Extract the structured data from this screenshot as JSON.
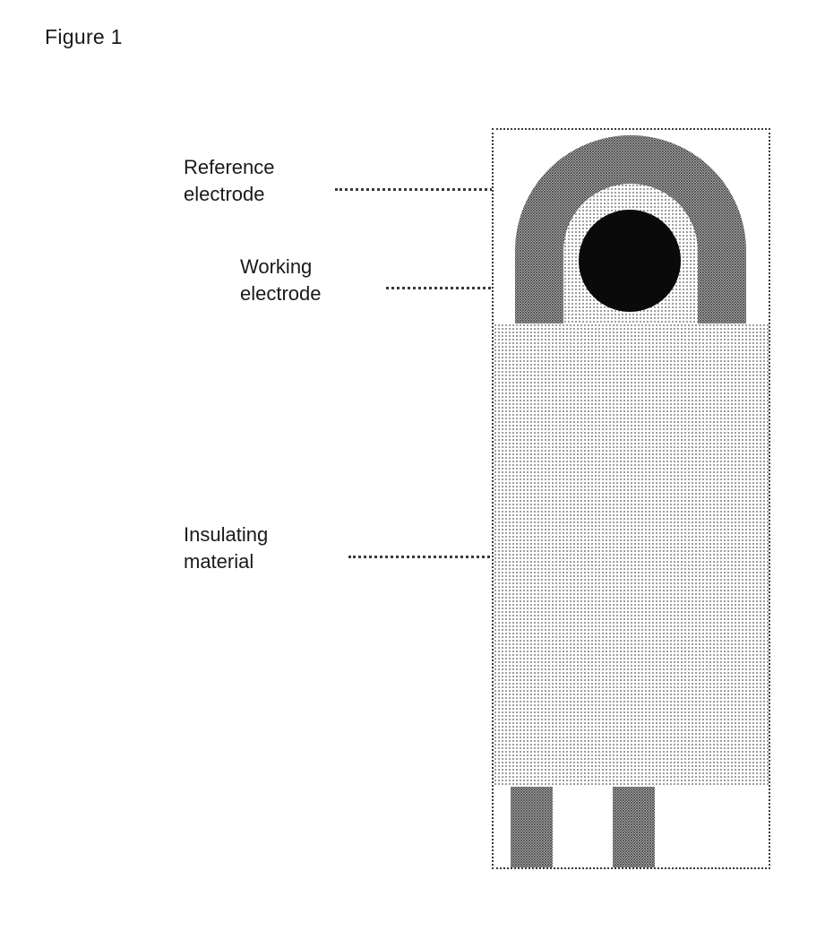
{
  "figure_title": "Figure 1",
  "labels": {
    "reference_electrode": "Reference\nelectrode",
    "working_electrode": "Working\nelectrode",
    "insulating_material": "Insulating\nmaterial"
  },
  "diagram": {
    "type": "patent-figure",
    "parts": [
      "reference-electrode-arch",
      "working-electrode-disc",
      "insulating-material-body",
      "contact-pad-left",
      "contact-pad-right"
    ]
  },
  "colors": {
    "working_electrode": "#0a0a0a",
    "reference_electrode_stipple": "#4a4a4a",
    "insulating_stipple": "#8c8c8c",
    "outline": "#3a3a3a",
    "background": "#ffffff"
  }
}
